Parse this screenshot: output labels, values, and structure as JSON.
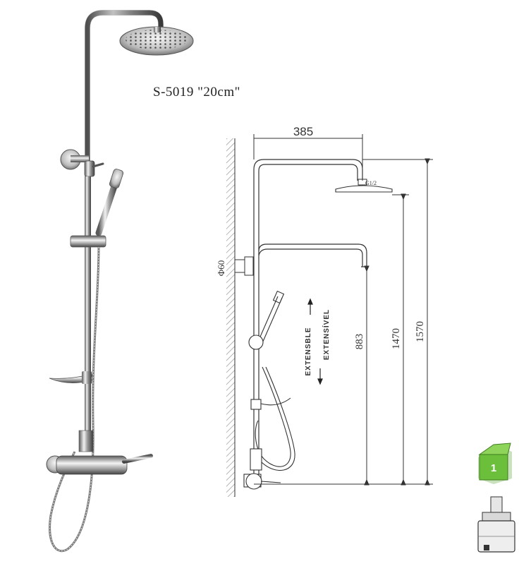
{
  "product": {
    "model": "S-5019 \"20cm\""
  },
  "dimensions": {
    "width": "385",
    "thread": "G1/2",
    "diameter": "Φ60",
    "h1": "883",
    "h2": "1470",
    "h3": "1570"
  },
  "labels": {
    "extensible_es": "EXTENSBLE",
    "extensible_pt": "EXTENSÍVEL"
  },
  "badge": {
    "number": "1",
    "color": "#6cbf3a"
  }
}
